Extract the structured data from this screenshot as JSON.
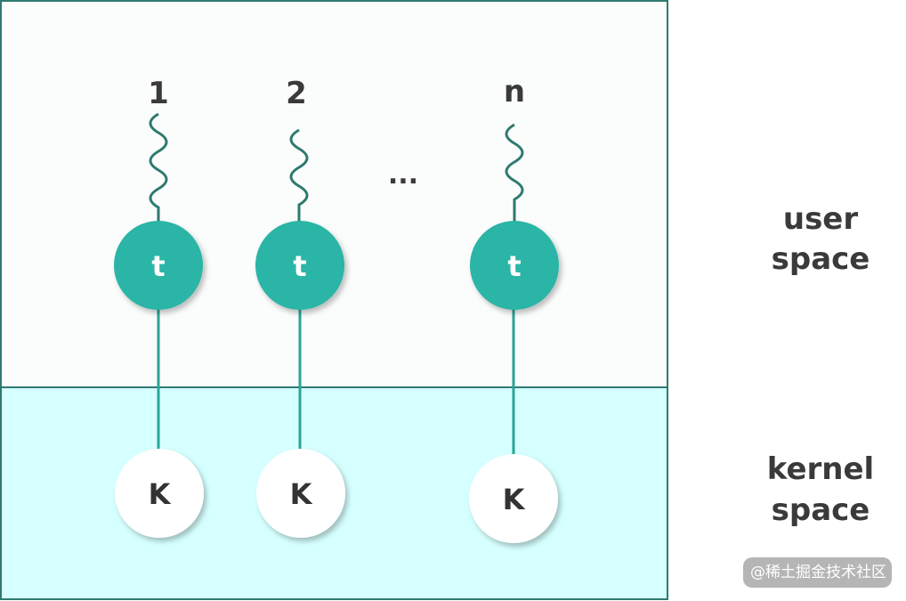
{
  "diagram": {
    "threads": [
      {
        "index_label": "1",
        "thread_label": "t",
        "kernel_label": "K"
      },
      {
        "index_label": "2",
        "thread_label": "t",
        "kernel_label": "K"
      },
      {
        "index_label": "n",
        "thread_label": "t",
        "kernel_label": "K"
      }
    ],
    "ellipsis": "...",
    "user_space": {
      "line1": "user",
      "line2": "space"
    },
    "kernel_space": {
      "line1": "kernel",
      "line2": "space"
    },
    "colors": {
      "thread_fill": "#2bb5a6",
      "wave_stroke": "#2e7a6e",
      "connector": "#2aa596",
      "border": "#2e7a70",
      "user_bg": "#fbfcfc",
      "kernel_bg": "#d6ffff",
      "kernel_node_fill": "#ffffff"
    }
  },
  "watermark": {
    "text": "@稀土掘金技术社区"
  }
}
